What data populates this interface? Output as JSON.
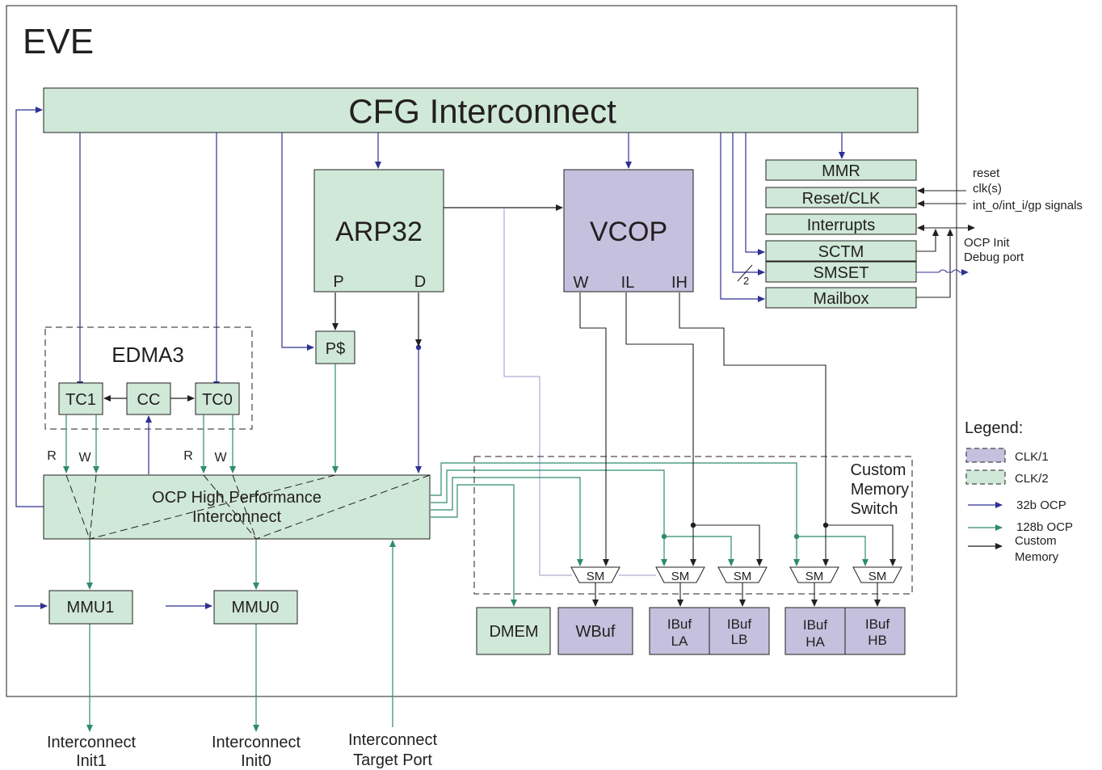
{
  "title": "EVE",
  "cfg": "CFG Interconnect",
  "arp32": {
    "name": "ARP32",
    "p": "P",
    "d": "D"
  },
  "vcop": {
    "name": "VCOP",
    "w": "W",
    "il": "IL",
    "ih": "IH"
  },
  "edma": {
    "name": "EDMA3",
    "tc1": "TC1",
    "cc": "CC",
    "tc0": "TC0"
  },
  "pcache": "P$",
  "ocp": {
    "line1": "OCP High Performance",
    "line2": "Interconnect"
  },
  "rw": {
    "r": "R",
    "w": "W"
  },
  "mmu1": "MMU1",
  "mmu0": "MMU0",
  "regs": {
    "mmr": "MMR",
    "reset": "Reset/CLK",
    "irq": "Interrupts",
    "sctm": "SCTM",
    "smset": "SMSET",
    "mailbox": "Mailbox"
  },
  "signals": {
    "reset": "reset",
    "clk": "clk(s)",
    "int": "int_o/int_i/gp signals",
    "ocp_init": "OCP Init",
    "debug": "Debug port",
    "two": "2"
  },
  "cms": {
    "line1": "Custom",
    "line2": "Memory",
    "line3": "Switch"
  },
  "sm": "SM",
  "mem": {
    "dmem": "DMEM",
    "wbuf": "WBuf",
    "ibuf": "IBuf",
    "la": "LA",
    "lb": "LB",
    "ha": "HA",
    "hb": "HB"
  },
  "ports": {
    "init1a": "Interconnect",
    "init1b": "Init1",
    "init0a": "Interconnect",
    "init0b": "Init0",
    "tgta": "Interconnect",
    "tgtb": "Target Port"
  },
  "legend": {
    "title": "Legend:",
    "clk1": "CLK/1",
    "clk2": "CLK/2",
    "b32": "32b OCP",
    "b128": "128b OCP",
    "cm1": "Custom",
    "cm2": "Memory"
  },
  "colors": {
    "green_fill": "#cfe8d7",
    "purple_fill": "#c5c0dd",
    "ocp32": "#2e3192",
    "ocp128": "#2e8b6f",
    "custom_mem": "#231f20"
  }
}
